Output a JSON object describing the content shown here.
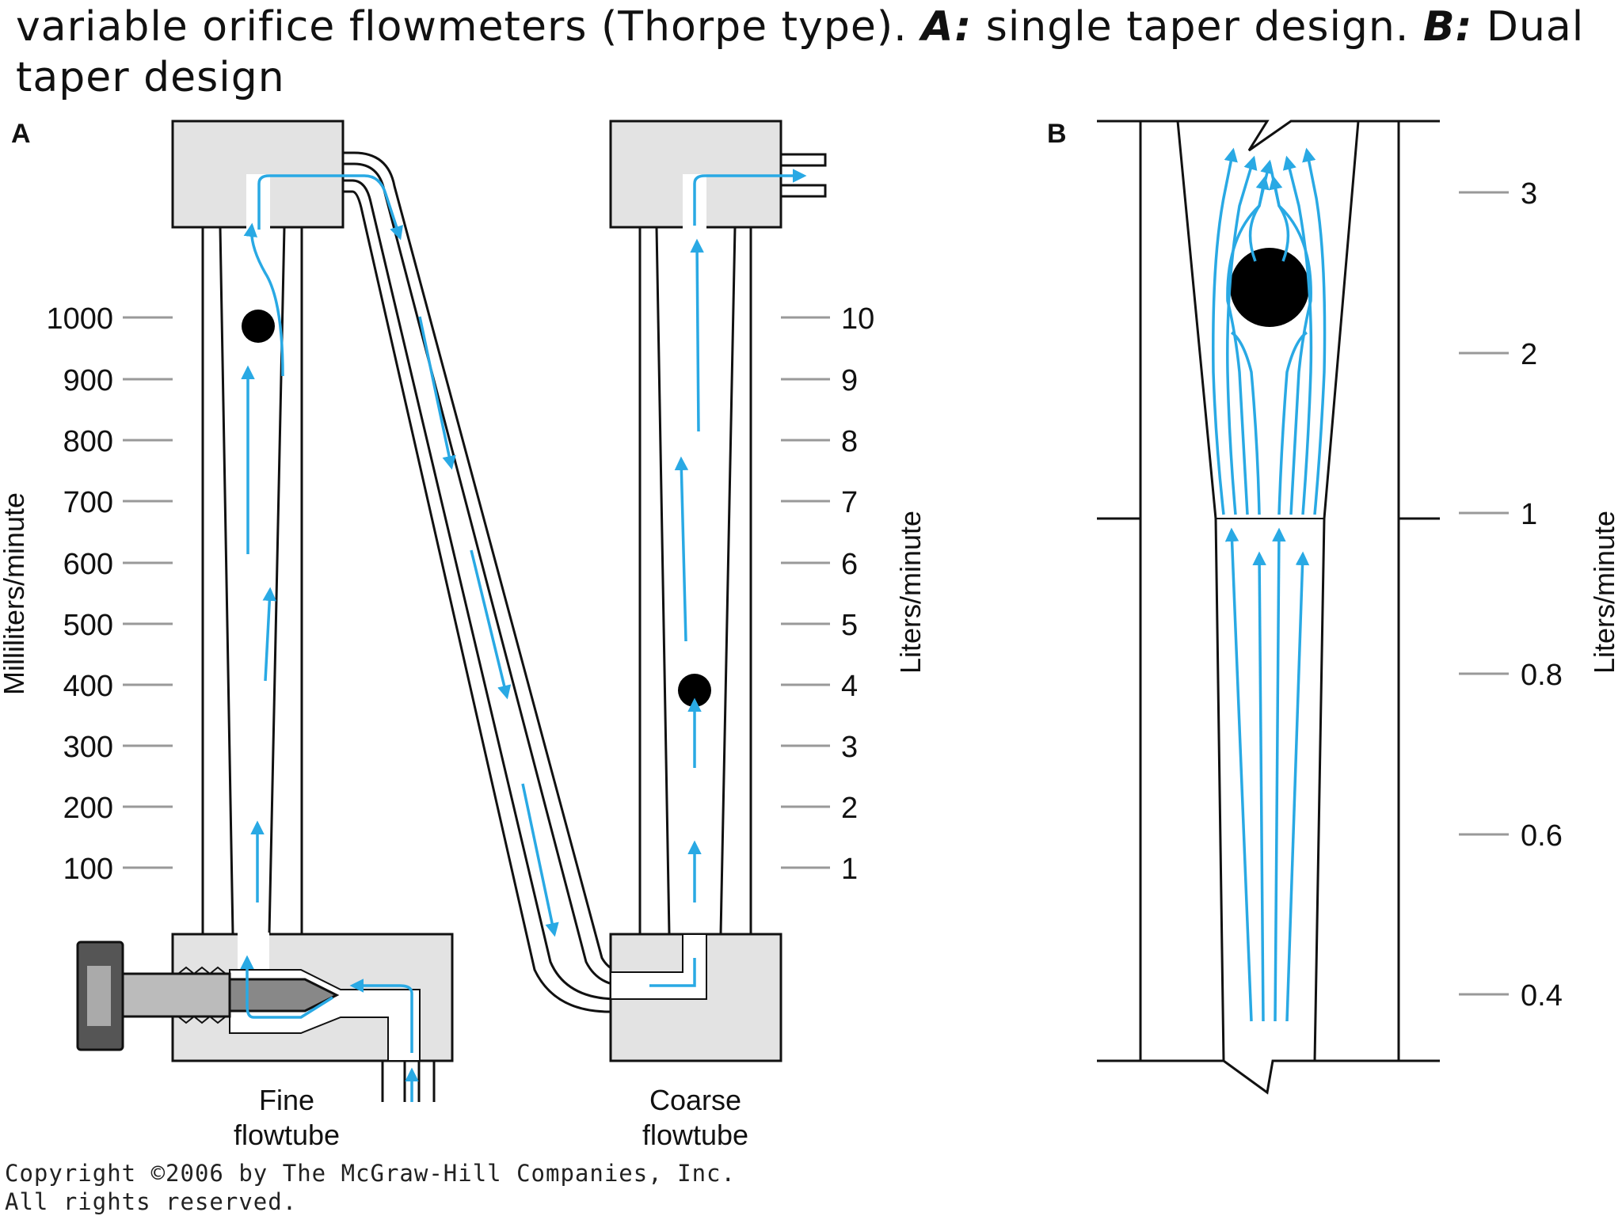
{
  "caption": {
    "text_before": "variable orifice flowmeters (Thorpe type). ",
    "label_a": "A:",
    "text_a": " single taper design. ",
    "label_b": "B:",
    "text_b": " Dual taper design"
  },
  "panel_a": {
    "label": "A",
    "left_axis_title": "Milliliters/minute",
    "left_scale": [
      "1000",
      "900",
      "800",
      "700",
      "600",
      "500",
      "400",
      "300",
      "200",
      "100"
    ],
    "right_axis_title": "Liters/minute",
    "right_scale": [
      "10",
      "9",
      "8",
      "7",
      "6",
      "5",
      "4",
      "3",
      "2",
      "1"
    ],
    "fine_tube_caption": [
      "Fine",
      "flowtube"
    ],
    "coarse_tube_caption": [
      "Coarse",
      "flowtube"
    ]
  },
  "panel_b": {
    "label": "B",
    "axis_title": "Liters/minute",
    "scale": [
      "3",
      "2",
      "1",
      "0.8",
      "0.6",
      "0.4"
    ]
  },
  "copyright": [
    "Copyright ©2006 by The McGraw-Hill Companies, Inc.",
    "All rights reserved."
  ],
  "colors": {
    "flow_arrow": "#29a9e4",
    "block_fill": "#e3e3e3",
    "outline": "#111111"
  }
}
